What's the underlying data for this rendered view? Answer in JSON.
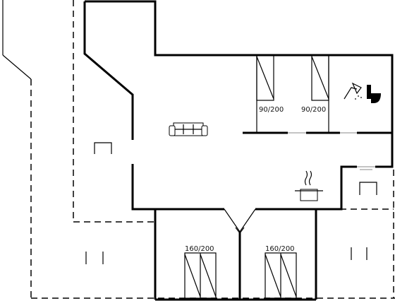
{
  "floorplan": {
    "bed_labels": {
      "bed1": "90/200",
      "bed2": "90/200",
      "bed3": "160/200",
      "bed4": "160/200"
    },
    "icons": {
      "sofa": "sofa-icon",
      "kitchen": "cooking-pot-icon",
      "shower": "shower-icon",
      "toilet": "toilet-icon",
      "fireplace": "stove-icon"
    },
    "colors": {
      "wall": "#000000",
      "background": "#ffffff"
    }
  }
}
